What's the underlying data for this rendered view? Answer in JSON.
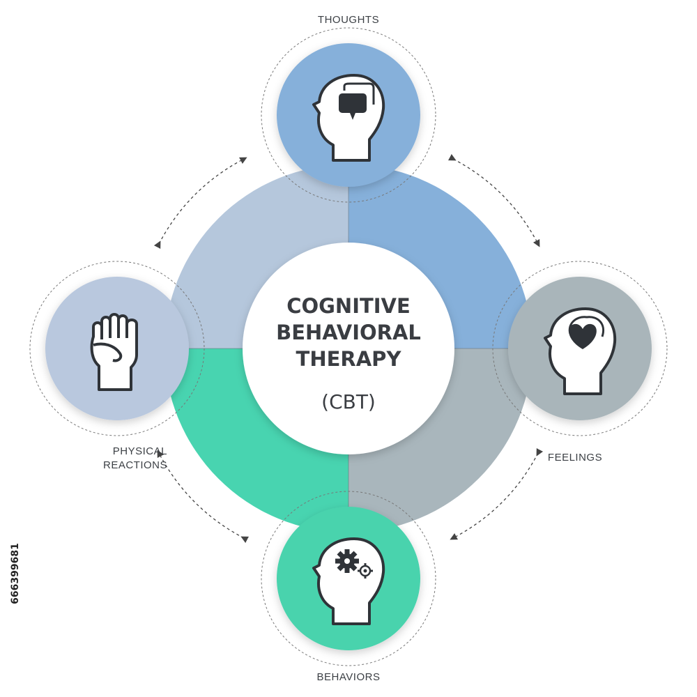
{
  "diagram": {
    "title_lines": [
      "COGNITIVE",
      "BEHAVIORAL",
      "THERAPY"
    ],
    "abbreviation": "(CBT)",
    "nodes": {
      "thoughts": {
        "label": "THOUGHTS",
        "icon": "head-speech-bubble-icon"
      },
      "feelings": {
        "label": "FEELINGS",
        "icon": "head-heart-icon"
      },
      "behaviors": {
        "label": "BEHAVIORS",
        "icon": "head-gears-icon"
      },
      "physical_reactions": {
        "label_line1": "PHYSICAL",
        "label_line2": "REACTIONS",
        "icon": "raised-fist-icon"
      }
    },
    "colors": {
      "thoughts_quadrant": "#86b0da",
      "physical_quadrant": "#b5c7dc",
      "behaviors_quadrant": "#48d4b0",
      "feelings_quadrant": "#a9b6bc",
      "thoughts_circle": "#86b0da",
      "physical_circle": "#b9c8de",
      "behaviors_circle": "#4ad3ad",
      "feelings_circle": "#a9b5ba"
    }
  },
  "stock_id": "666399681"
}
